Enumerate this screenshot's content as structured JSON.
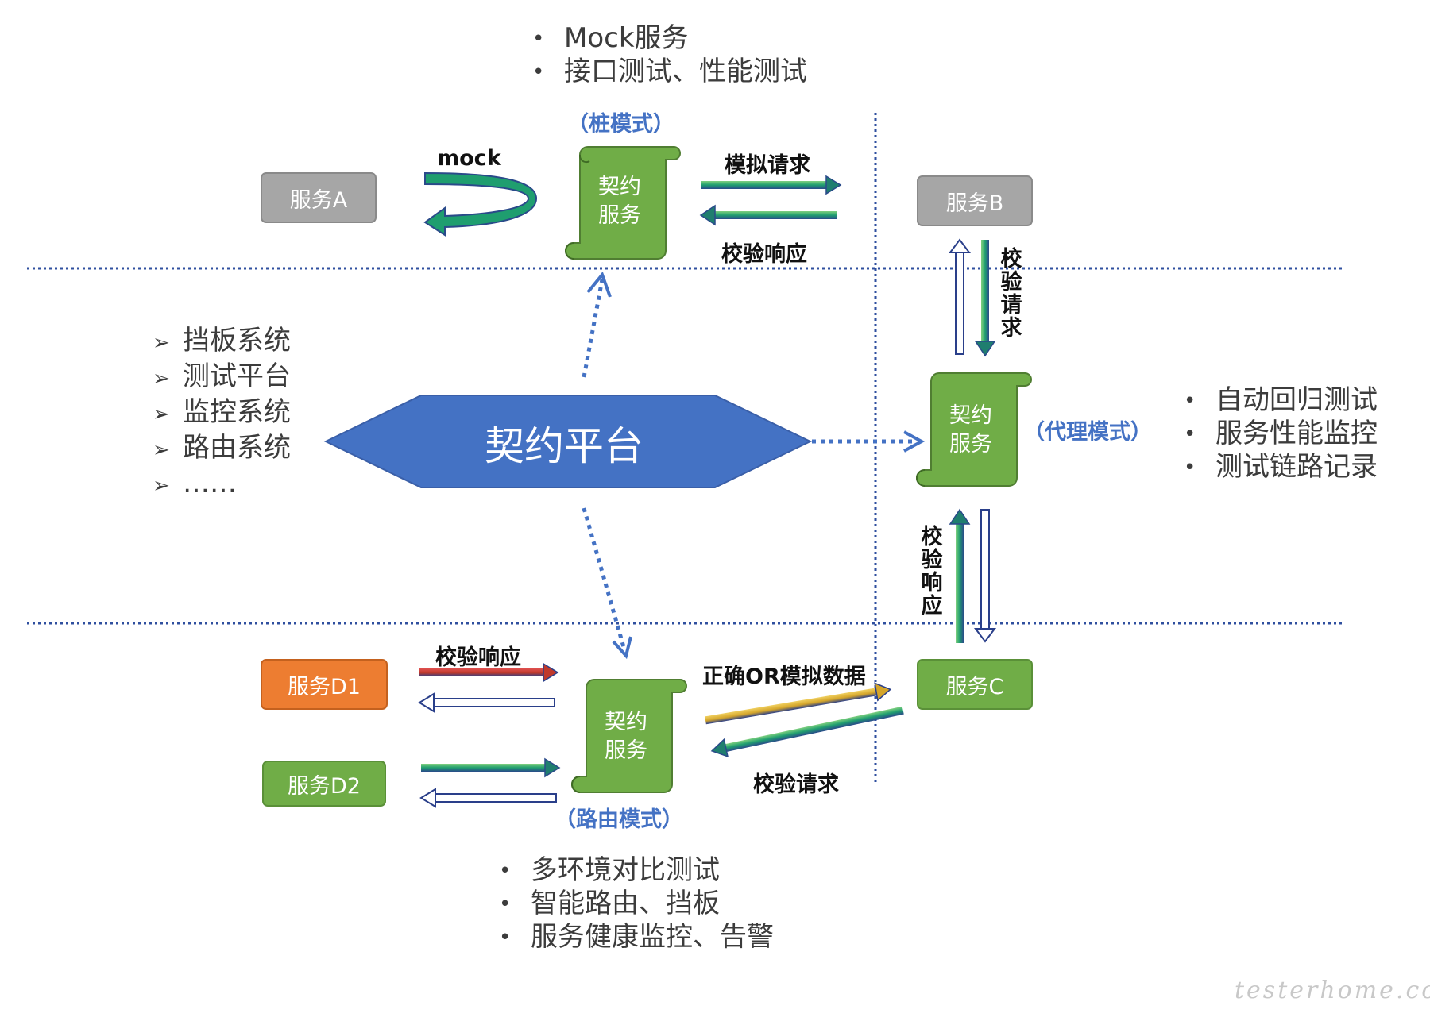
{
  "top_bullets": [
    "Mock服务",
    "接口测试、性能测试"
  ],
  "left_features": [
    "挡板系统",
    "测试平台",
    "监控系统",
    "路由系统",
    "……"
  ],
  "right_bullets": [
    "自动回归测试",
    "服务性能监控",
    "测试链路记录"
  ],
  "bottom_bullets": [
    "多环境对比测试",
    "智能路由、挡板",
    "服务健康监控、告警"
  ],
  "hub": {
    "label": "契约平台",
    "color": "#4472c4"
  },
  "contract_service": {
    "line1": "契约",
    "line2": "服务",
    "color": "#70ad47"
  },
  "modes": {
    "stub": "（桩模式）",
    "proxy": "（代理模式）",
    "route": "（路由模式）"
  },
  "services": {
    "a": "服务A",
    "b": "服务B",
    "c": "服务C",
    "d1": "服务D1",
    "d2": "服务D2"
  },
  "arrow_labels": {
    "mock": "mock",
    "simulate_request": "模拟请求",
    "verify_response_top": "校验响应",
    "verify_request_vertical": "校验请求",
    "verify_response_vertical": "校验响应",
    "verify_response_bottom": "校验响应",
    "correct_or_mock_data": "正确OR模拟数据",
    "verify_request_bottom": "校验请求"
  },
  "watermark": "testerhome.com",
  "colors": {
    "green": "#70ad47",
    "blue": "#4472c4",
    "gray": "#a6a6a6",
    "orange": "#ed7d31",
    "teal_arrow": "#2e9e6e",
    "navy": "#2f3f7f",
    "red": "#c0392b",
    "gold": "#d4b13a"
  }
}
